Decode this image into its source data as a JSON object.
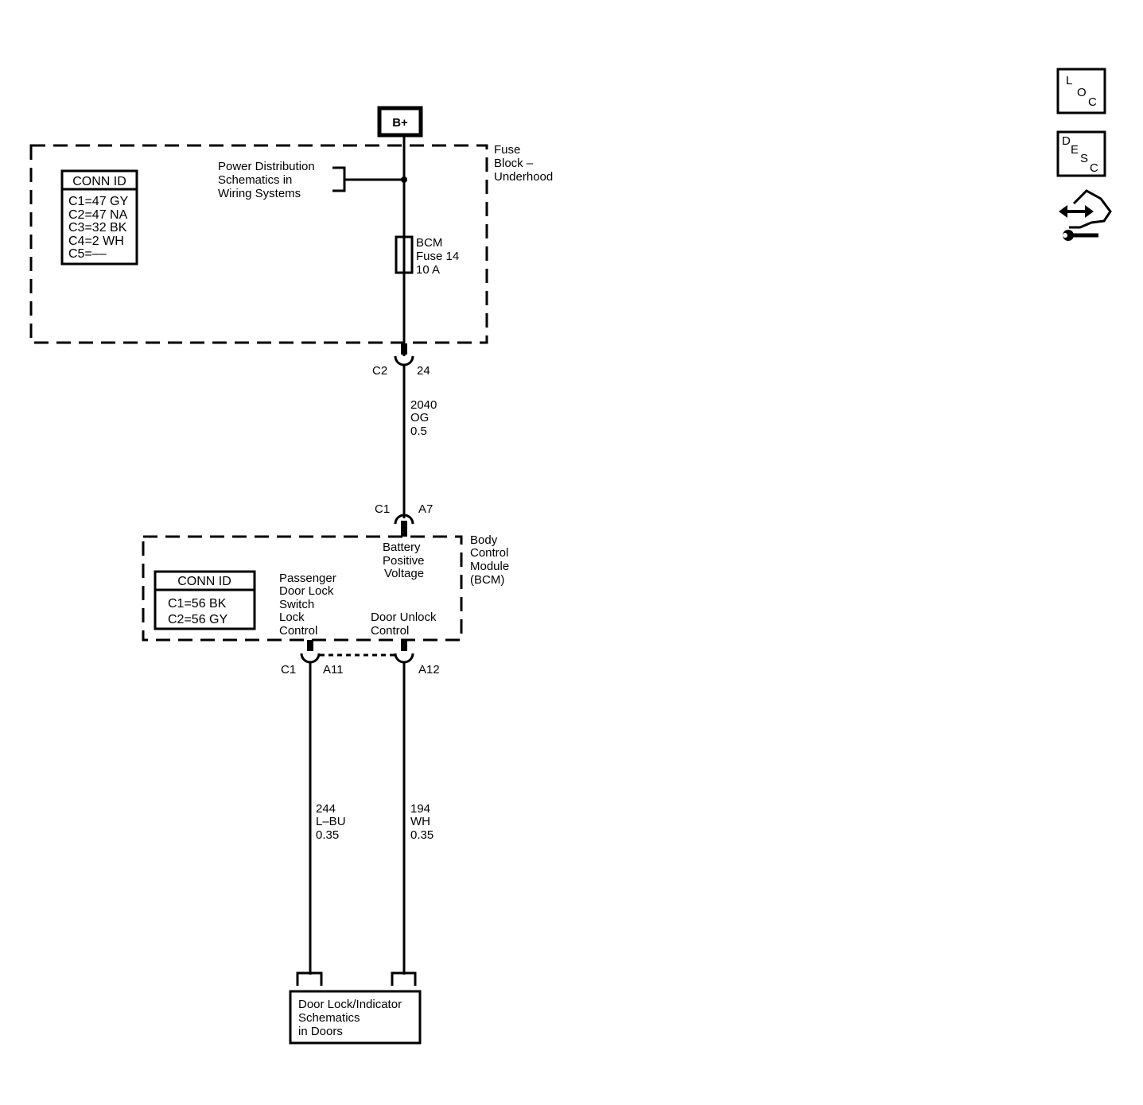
{
  "power_source": {
    "label": "B+"
  },
  "fuse_block": {
    "name_lines": [
      "Fuse",
      "Block –",
      "Underhood"
    ],
    "conn_id": {
      "title": "CONN ID",
      "rows": [
        "C1=47 GY",
        "C2=47 NA",
        "C3=32 BK",
        "C4=2 WH",
        "C5=––"
      ]
    },
    "power_dist_ref": [
      "Power Distribution",
      "Schematics in",
      "Wiring Systems"
    ],
    "fuse": [
      "BCM",
      "Fuse 14",
      "10 A"
    ],
    "connector": {
      "id": "C2",
      "pin": "24"
    }
  },
  "wire_2040": [
    "2040",
    "OG",
    "0.5"
  ],
  "bcm": {
    "name_lines": [
      "Body",
      "Control",
      "Module",
      "(BCM)"
    ],
    "input_connector": {
      "id": "C1",
      "pin": "A7"
    },
    "input_label": [
      "Battery",
      "Positive",
      "Voltage"
    ],
    "conn_id": {
      "title": "CONN ID",
      "rows": [
        "C1=56 BK",
        "C2=56 GY"
      ]
    },
    "lock_label": [
      "Passenger",
      "Door Lock",
      "Switch",
      "Lock",
      "Control"
    ],
    "unlock_label": [
      "Door Unlock",
      "Control"
    ],
    "output_connector_id": "C1",
    "lock_pin": "A11",
    "unlock_pin": "A12"
  },
  "wire_244": [
    "244",
    "L–BU",
    "0.35"
  ],
  "wire_194": [
    "194",
    "WH",
    "0.35"
  ],
  "destination": [
    "Door Lock/Indicator",
    "Schematics",
    "in Doors"
  ],
  "nav": {
    "loc": [
      "L",
      "O",
      "C"
    ],
    "desc": [
      "D",
      "E",
      "S",
      "C"
    ],
    "icons": [
      "diagnostic-hand-icon",
      "arrows-icon",
      "wrench-icon"
    ]
  }
}
